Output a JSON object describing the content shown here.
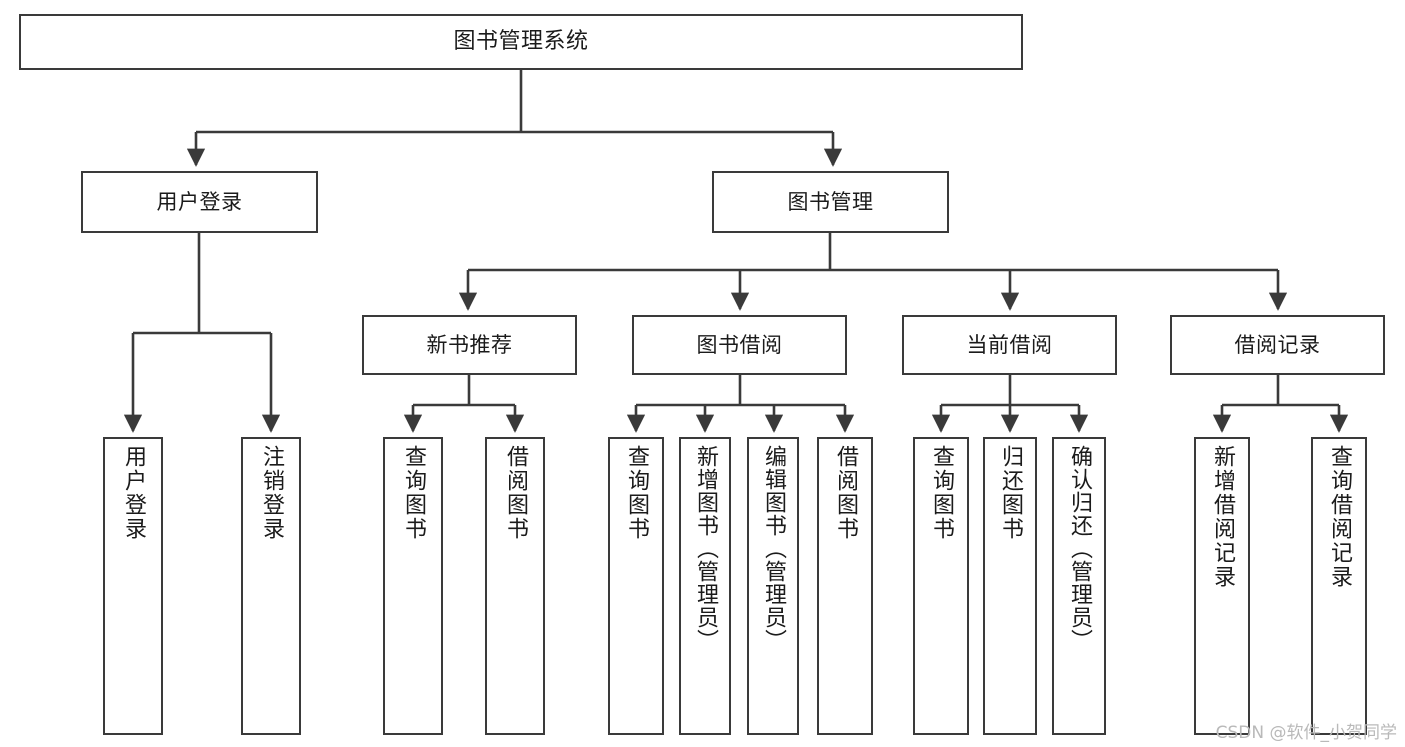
{
  "diagram": {
    "type": "tree-hierarchy",
    "title": "图书管理系统",
    "root": {
      "label": "图书管理系统"
    },
    "level2": [
      {
        "label": "用户登录"
      },
      {
        "label": "图书管理"
      }
    ],
    "level3": [
      {
        "label": "新书推荐"
      },
      {
        "label": "图书借阅"
      },
      {
        "label": "当前借阅"
      },
      {
        "label": "借阅记录"
      }
    ],
    "leaves": {
      "user_login": [
        {
          "label": "用户登录"
        },
        {
          "label": "注销登录"
        }
      ],
      "new_book_recommend": [
        {
          "label": "查询图书"
        },
        {
          "label": "借阅图书"
        }
      ],
      "book_borrow": [
        {
          "label": "查询图书"
        },
        {
          "label": "新增图书（管理员）"
        },
        {
          "label": "编辑图书（管理员）"
        },
        {
          "label": "借阅图书"
        }
      ],
      "current_borrow": [
        {
          "label": "查询图书"
        },
        {
          "label": "归还图书"
        },
        {
          "label": "确认归还（管理员）"
        }
      ],
      "borrow_record": [
        {
          "label": "新增借阅记录"
        },
        {
          "label": "查询借阅记录"
        }
      ]
    }
  },
  "watermark": {
    "text": "CSDN @软件_小贺同学"
  },
  "colors": {
    "box_border": "#3a3a3a",
    "box_fill": "#ffffff",
    "connector": "#3a3a3a",
    "text": "#1b1b1b",
    "watermark": "#b9b9b9",
    "background": "#ffffff"
  }
}
